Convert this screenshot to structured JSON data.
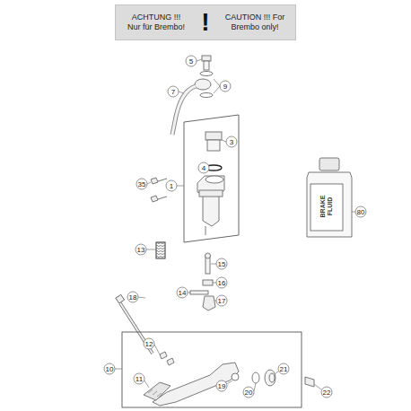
{
  "diagram": {
    "nodes": [
      {
        "text": [
          "ACHTUNG !!! Nur für Brembo!",
          "!",
          "CAUTION !!! For Brembo only!"
        ]
      }
    ],
    "labels": [
      "5",
      "9",
      "7",
      "3",
      "4",
      "1",
      "80",
      "BRAKE FLUID",
      "35",
      "13",
      "15",
      "16",
      "14",
      "17",
      "18",
      "12",
      "10",
      "11",
      "19",
      "20",
      "21",
      "22"
    ]
  }
}
